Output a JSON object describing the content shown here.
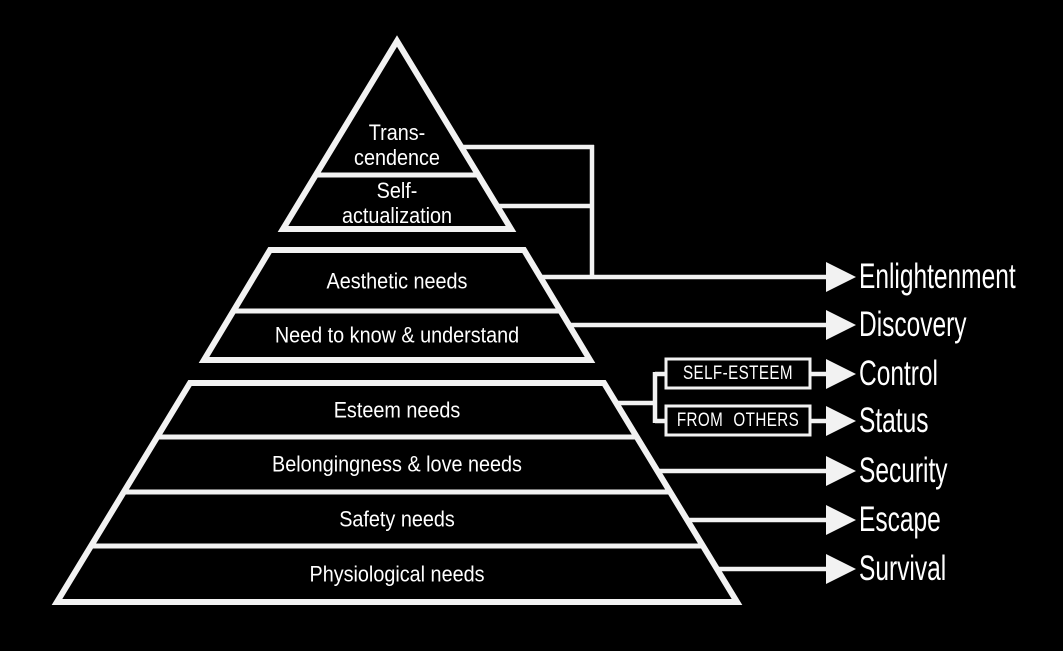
{
  "diagram": {
    "pyramid_levels": [
      {
        "id": "transcendence",
        "line1": "Trans-",
        "line2": "cendence"
      },
      {
        "id": "self_actualization",
        "line1": "Self-",
        "line2": "actualization"
      },
      {
        "id": "aesthetic",
        "label": "Aesthetic needs"
      },
      {
        "id": "need_to_know",
        "label": "Need to know & understand"
      },
      {
        "id": "esteem",
        "label": "Esteem needs"
      },
      {
        "id": "belongingness",
        "label": "Belongingness & love needs"
      },
      {
        "id": "safety",
        "label": "Safety needs"
      },
      {
        "id": "physiological",
        "label": "Physiological needs"
      }
    ],
    "esteem_sublabels": [
      {
        "label": "SELF-ESTEEM"
      },
      {
        "label": "FROM OTHERS"
      }
    ],
    "motivations": [
      {
        "label": "Enlightenment"
      },
      {
        "label": "Discovery"
      },
      {
        "label": "Control"
      },
      {
        "label": "Status"
      },
      {
        "label": "Security"
      },
      {
        "label": "Escape"
      },
      {
        "label": "Survival"
      }
    ],
    "colors": {
      "background": "#000000",
      "line": "#f2f2f2",
      "text": "#ffffff"
    }
  }
}
